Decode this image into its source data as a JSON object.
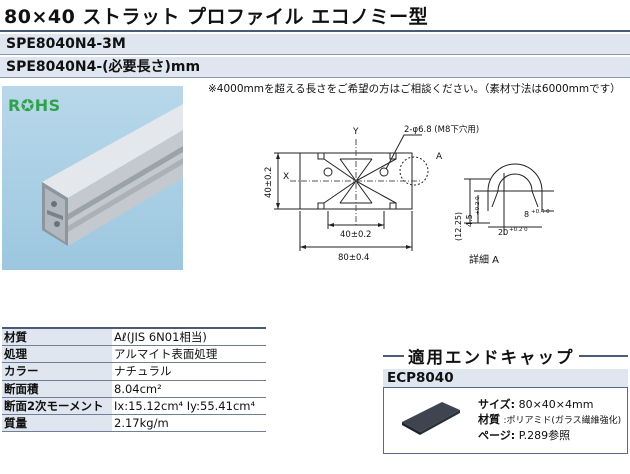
{
  "title": "80×40 ストラット プロファイル エコノミー型",
  "codes": {
    "line1": "SPE8040N4-3M",
    "line2": "SPE8040N4-(必要長さ)mm"
  },
  "note": "※4000mmを超える長さをご希望の方はご相談ください。（素材寸法は6000mmです）",
  "rohs_label": "R✪HS",
  "drawing": {
    "axis_y": "Y",
    "axis_x": "X",
    "hole_note": "2-φ6.8 (M8下穴用)",
    "detail_marker": "A",
    "dim_height": "40±0.2",
    "dim_hole_pitch": "40±0.2",
    "dim_width": "80±0.4",
    "detail_dim_1": "(12.25)",
    "detail_dim_2": "4.5",
    "detail_dim_2_tol": "+0.2 0",
    "detail_dim_3": "8",
    "detail_dim_3_tol": "+0.4 0",
    "detail_dim_4": "20",
    "detail_dim_4_tol": "+0.2 0",
    "detail_label": "詳細 A"
  },
  "specs": [
    {
      "key": "材質",
      "value": "Aℓ(JIS 6N01相当)"
    },
    {
      "key": "処理",
      "value": "アルマイト表面処理"
    },
    {
      "key": "カラー",
      "value": "ナチュラル"
    },
    {
      "key": "断面積",
      "value": "8.04cm²"
    },
    {
      "key": "断面2次モーメント",
      "value": "Ix:15.12cm⁴  Iy:55.41cm⁴"
    },
    {
      "key": "質量",
      "value": "2.17kg/m"
    }
  ],
  "endcap": {
    "title": "適用エンドキャップ",
    "code": "ECP8040",
    "size_label": "サイズ:",
    "size_value": "80×40×4mm",
    "material_label": "材質",
    "material_value": ":ポリアミド(ガラス繊維強化)",
    "page_label": "ページ:",
    "page_value": "P.289参照"
  },
  "colors": {
    "accent": "#4a5a78",
    "header_fill": "#dfe6ef",
    "rohs": "#2fa24a",
    "photo_bg": "#a8cfe6"
  }
}
